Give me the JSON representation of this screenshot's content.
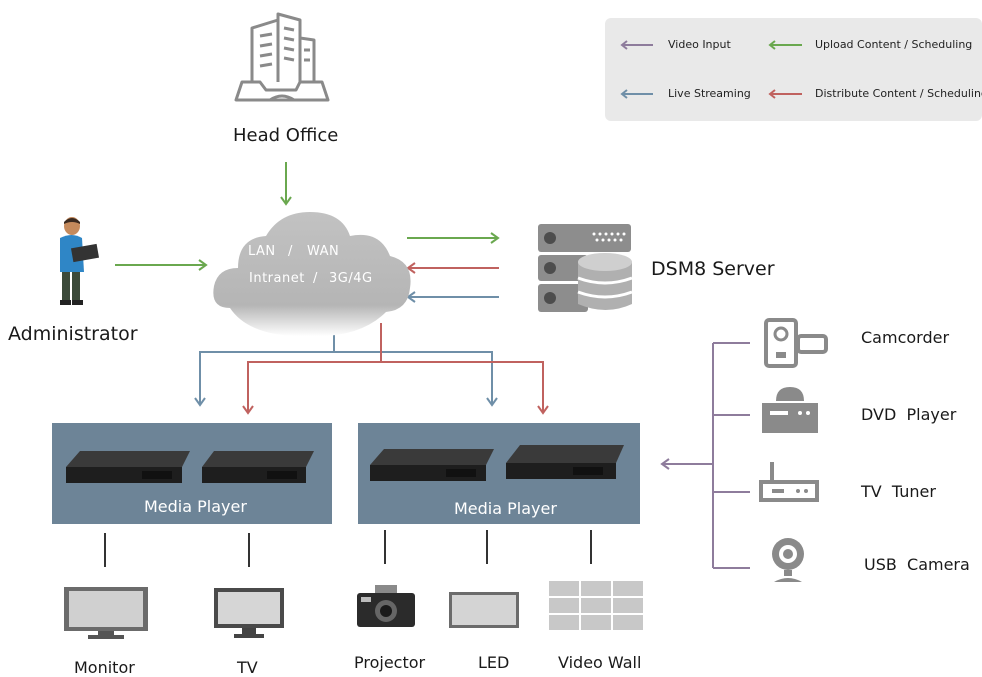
{
  "legend": {
    "items": [
      {
        "label": "Video Input",
        "color": "#8e7c9c"
      },
      {
        "label": "Upload Content / Scheduling",
        "color": "#6aa84f"
      },
      {
        "label": "Live Streaming",
        "color": "#6f8fa8"
      },
      {
        "label": "Distribute Content / Scheduling",
        "color": "#c0625f"
      }
    ]
  },
  "nodes": {
    "head_office": "Head Office",
    "administrator": "Administrator",
    "server": "DSM8 Server",
    "cloud": {
      "line1a": "LAN",
      "line1b": "/",
      "line1c": "WAN",
      "line2a": "Intranet",
      "line2b": "/",
      "line2c": "3G/4G"
    },
    "media_player_left": "Media Player",
    "media_player_right": "Media Player"
  },
  "outputs": [
    "Monitor",
    "TV",
    "Projector",
    "LED",
    "Video Wall"
  ],
  "inputs": [
    "Camcorder",
    "DVD  Player",
    "TV  Tuner",
    "USB  Camera"
  ],
  "colors": {
    "panel": "#6d8497",
    "icon_gray": "#8a8a8a",
    "green": "#6aa84f",
    "red": "#c0625f",
    "blue": "#6f8fa8",
    "purple": "#8e7c9c"
  }
}
